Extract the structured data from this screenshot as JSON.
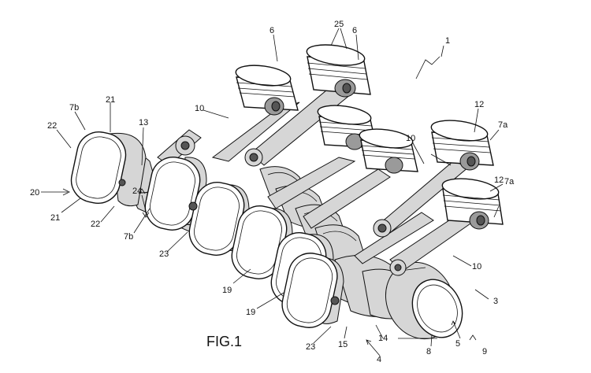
{
  "figure": {
    "caption": "FIG.1",
    "reference_labels": [
      "1",
      "3",
      "4",
      "5",
      "6",
      "6",
      "7a",
      "7a",
      "7b",
      "7b",
      "8",
      "9",
      "10",
      "10",
      "10",
      "12",
      "12",
      "13",
      "14",
      "15",
      "19",
      "19",
      "20",
      "21",
      "21",
      "22",
      "22",
      "23",
      "23",
      "24",
      "25"
    ]
  }
}
